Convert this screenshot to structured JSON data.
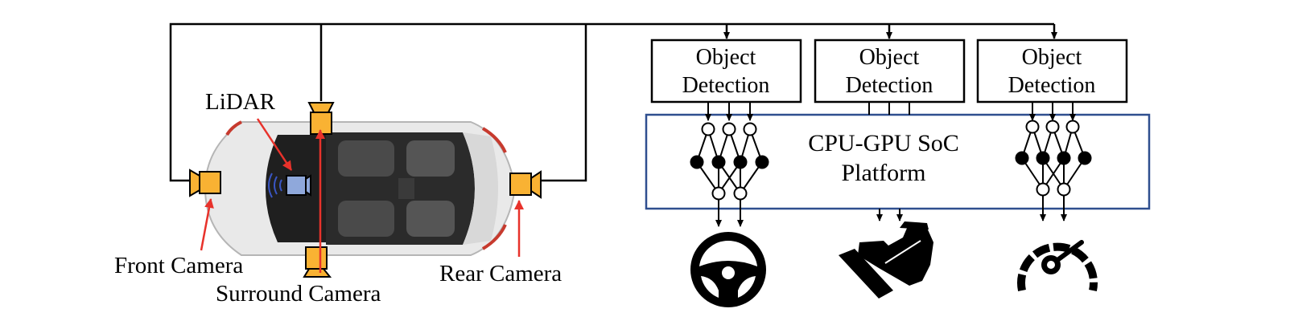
{
  "labels": {
    "lidar": "LiDAR",
    "front_camera": "Front Camera",
    "surround_camera": "Surround Camera",
    "rear_camera": "Rear Camera"
  },
  "detection_boxes": [
    {
      "line1": "Object",
      "line2": "Detection"
    },
    {
      "line1": "Object",
      "line2": "Detection"
    },
    {
      "line1": "Object",
      "line2": "Detection"
    }
  ],
  "platform": {
    "line1": "CPU-GPU SoC",
    "line2": "Platform"
  },
  "icons": [
    "steering-wheel-icon",
    "brake-pedal-icon",
    "speedometer-icon"
  ],
  "colors": {
    "sensor": "#F9B233",
    "lidar": "#8FA8DB",
    "platform_border": "#2F4F8F",
    "pointer": "#E8322B",
    "signal": "#3A56C4"
  }
}
